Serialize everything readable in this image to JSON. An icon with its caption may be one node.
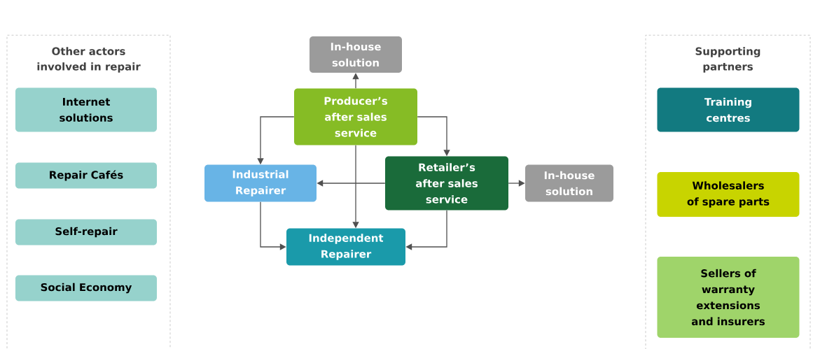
{
  "diagram": {
    "nodes": [
      {
        "text": [
          "Other actors involved in repair"
        ]
      },
      {
        "text": [
          "Internet solutions"
        ],
        "in": 0
      },
      {
        "text": [
          "Repair Cafés"
        ],
        "in": 0
      },
      {
        "text": [
          "Self-repair"
        ],
        "in": 0
      },
      {
        "text": [
          "Social Economy"
        ],
        "in": 0
      },
      {
        "text": [
          "In-house solution"
        ]
      },
      {
        "text": [
          "Producer’s after sales service"
        ]
      },
      {
        "text": [
          "Industrial Repairer"
        ]
      },
      {
        "text": [
          "Retailer’s after sales service"
        ]
      },
      {
        "text": [
          "In-house solution"
        ]
      },
      {
        "text": [
          "Independent Repairer"
        ]
      },
      {
        "text": [
          "Supporting partners"
        ]
      },
      {
        "text": [
          "Training centres"
        ],
        "in": 11
      },
      {
        "text": [
          "Wholesalers of spare parts"
        ],
        "in": 11
      },
      {
        "text": [
          "Sellers of warranty extensions and insurers"
        ],
        "in": 11
      }
    ],
    "edges": [
      {
        "from": 6,
        "to": 5,
        "arrow": "to"
      },
      {
        "from": 6,
        "to": 7,
        "arrow": "to"
      },
      {
        "from": 6,
        "to": 8,
        "arrow": "to"
      },
      {
        "from": 6,
        "to": 10,
        "arrow": "to"
      },
      {
        "from": 8,
        "to": 7,
        "arrow": "to"
      },
      {
        "from": 8,
        "to": 9,
        "arrow": "to"
      },
      {
        "from": 7,
        "to": 10,
        "arrow": "to"
      },
      {
        "from": 8,
        "to": 10,
        "arrow": "to"
      }
    ]
  }
}
